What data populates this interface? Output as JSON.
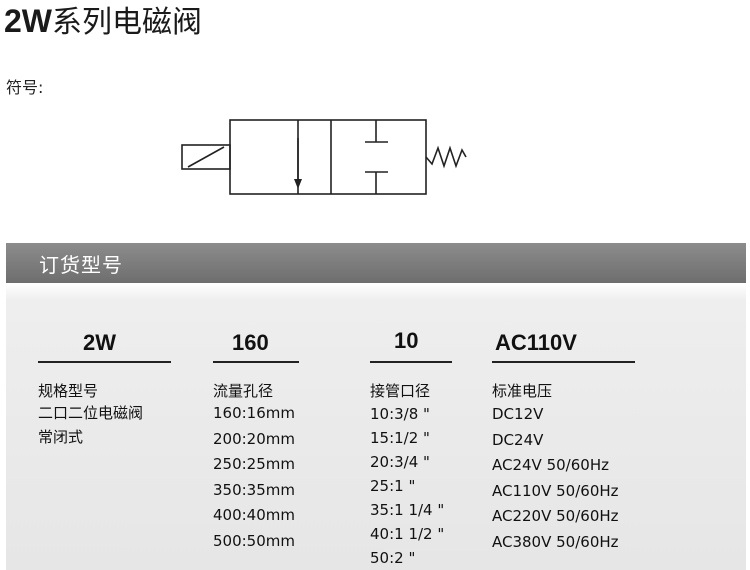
{
  "title": {
    "model": "2W",
    "name": "系列电磁阀"
  },
  "symbol_label": "符号:",
  "order_title": "订货型号",
  "columns": [
    {
      "code": "2W",
      "heading": "规格型号",
      "items": [
        "二口二位电磁阀",
        "常闭式"
      ]
    },
    {
      "code": "160",
      "heading": "流量孔径",
      "items": [
        "160:16mm",
        "200:20mm",
        "250:25mm",
        "350:35mm",
        "400:40mm",
        "500:50mm"
      ]
    },
    {
      "code": "10",
      "heading": "接管口径",
      "items": [
        "10:3/8 \"",
        "15:1/2 \"",
        "20:3/4 \"",
        "25:1 \"",
        "35:1 1/4 \"",
        "40:1 1/2 \"",
        "50:2 \""
      ]
    },
    {
      "code": "AC110V",
      "heading": "标准电压",
      "items": [
        "DC12V",
        "DC24V",
        "AC24V 50/60Hz",
        "AC110V 50/60Hz",
        "AC220V 50/60Hz",
        "AC380V 50/60Hz"
      ]
    }
  ]
}
